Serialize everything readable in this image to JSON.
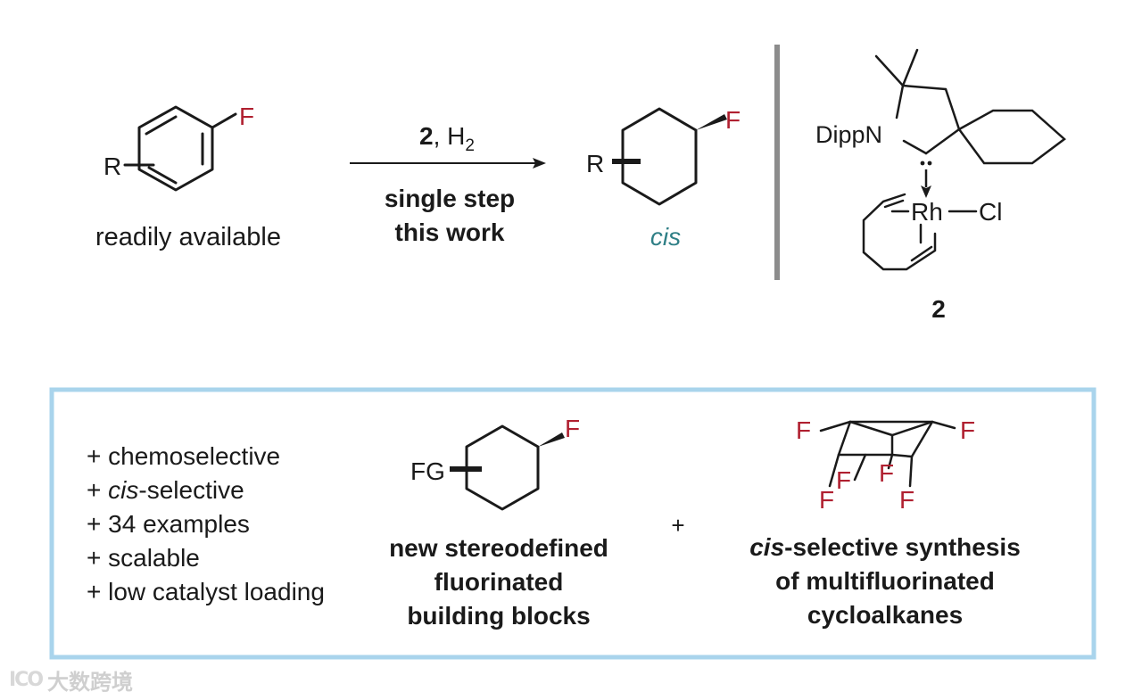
{
  "reaction": {
    "substituent": "R",
    "fluorine": "F",
    "substrate_caption": "readily available",
    "catalyst_number": "2",
    "reagent_sep": ", ",
    "reagent": "H",
    "reagent_sub": "2",
    "condition_line1": "single step",
    "condition_line2": "this work",
    "product_caption": "cis"
  },
  "catalyst": {
    "amine_label": "DippN",
    "metal": "Rh",
    "ligand": "Cl",
    "label": "2"
  },
  "features": {
    "items": [
      {
        "prefix": "+ ",
        "italic": "",
        "text": "chemoselective"
      },
      {
        "prefix": "+ ",
        "italic": "cis",
        "text": "-selective"
      },
      {
        "prefix": "+ ",
        "italic": "",
        "text": "34 examples"
      },
      {
        "prefix": "+ ",
        "italic": "",
        "text": "scalable"
      },
      {
        "prefix": "+ ",
        "italic": "",
        "text": "low catalyst loading"
      }
    ],
    "fg_label": "FG",
    "fg_fluorine": "F",
    "building_blocks_line1": "new stereodefined",
    "building_blocks_line2": "fluorinated",
    "building_blocks_line3": "building blocks",
    "plus": "+",
    "multi_fluorine": "F",
    "synthesis_italic": "cis",
    "synthesis_line1_rest": "-selective synthesis",
    "synthesis_line2": "of multifluorinated",
    "synthesis_line3": "cycloalkanes"
  },
  "watermark": {
    "logo": "ICO",
    "text": "大数跨境"
  },
  "colors": {
    "fluorine": "#b02030",
    "cis_label": "#2f7f86",
    "box_border": "#a9d4ec",
    "divider": "#8c8c8c"
  }
}
